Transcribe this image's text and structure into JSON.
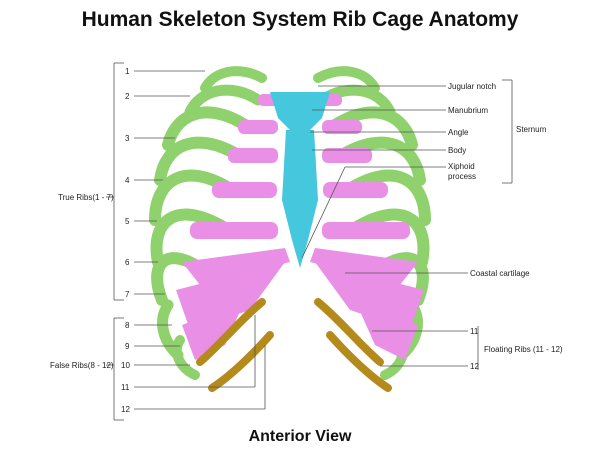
{
  "title": "Human Skeleton System Rib Cage Anatomy",
  "footer": "Anterior View",
  "left": {
    "true_ribs": "True Ribs(1 - 7)",
    "false_ribs": "False Ribs(8 - 12)",
    "numbers": [
      "1",
      "2",
      "3",
      "4",
      "5",
      "6",
      "7",
      "8",
      "9",
      "10",
      "11",
      "12"
    ]
  },
  "right": {
    "jugular_notch": "Jugular notch",
    "manubrium": "Manubrium",
    "angle": "Angle",
    "body": "Body",
    "xiphoid_1": "Xiphoid",
    "xiphoid_2": "process",
    "sternum": "Sternum",
    "coastal_cartilage": "Coastal cartilage",
    "floating_11": "11",
    "floating_12": "12",
    "floating_ribs": "Floating Ribs (11 - 12)"
  },
  "colors": {
    "rib": "#8fd16c",
    "rib_dark": "#6fae4f",
    "cartilage": "#e98fe6",
    "sternum": "#45c8de",
    "floating": "#b58a1c"
  }
}
